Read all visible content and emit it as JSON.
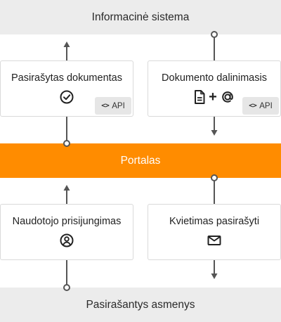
{
  "top_bar": {
    "label": "Informacinė sistema"
  },
  "portal_bar": {
    "label": "Portalas"
  },
  "bottom_bar": {
    "label": "Pasirašantys asmenys"
  },
  "cards": {
    "signed_document": {
      "title": "Pasirašytas dokumentas",
      "icon": "check-circle-icon",
      "api_label": "API"
    },
    "document_sharing": {
      "title": "Dokumento dalinimasis",
      "icons": [
        "document-icon",
        "plus-icon",
        "at-sign-icon"
      ],
      "api_label": "API"
    },
    "user_login": {
      "title": "Naudotojo prisijungimas",
      "icon": "user-circle-icon"
    },
    "signing_invitation": {
      "title": "Kvietimas pasirašyti",
      "icon": "envelope-icon"
    }
  },
  "colors": {
    "accent": "#ff8c00",
    "bar_gray": "#ececec",
    "connector": "#555555"
  }
}
